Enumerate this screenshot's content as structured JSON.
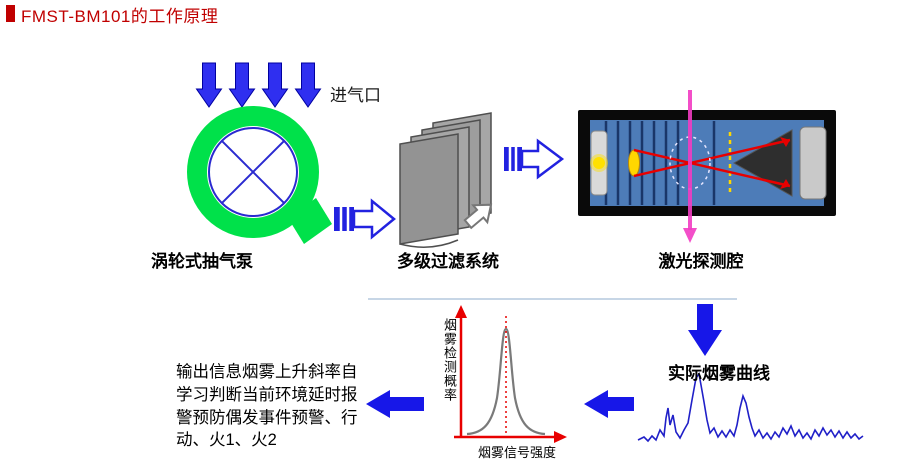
{
  "header": {
    "title": "FMST-BM101的工作原理"
  },
  "flow": {
    "air_inlet_label": "进气口",
    "pump_label": "涡轮式抽气泵",
    "filter_label": "多级过滤系统",
    "chamber_label": "激光探测腔",
    "curve_label": "实际烟雾曲线"
  },
  "chart": {
    "y_axis_label": "烟雾检测概率",
    "x_axis_label": "烟雾信号强度"
  },
  "output": {
    "line1": "输出信息烟雾上升斜率自",
    "line2": "学习判断当前环境延时报",
    "line3": "警预防偶发事件预警、行",
    "line4": "动、火1、火2"
  },
  "colors": {
    "title_red": "#c00000",
    "arrow_blue": "#1717e8",
    "turbine_green": "#00e14a",
    "chamber_blue": "#4d7cb8",
    "beam_red": "#e80000",
    "smoke_magenta": "#f23cc3",
    "filter_gray": "#9d9d9d",
    "waveform_blue": "#2020c8"
  }
}
